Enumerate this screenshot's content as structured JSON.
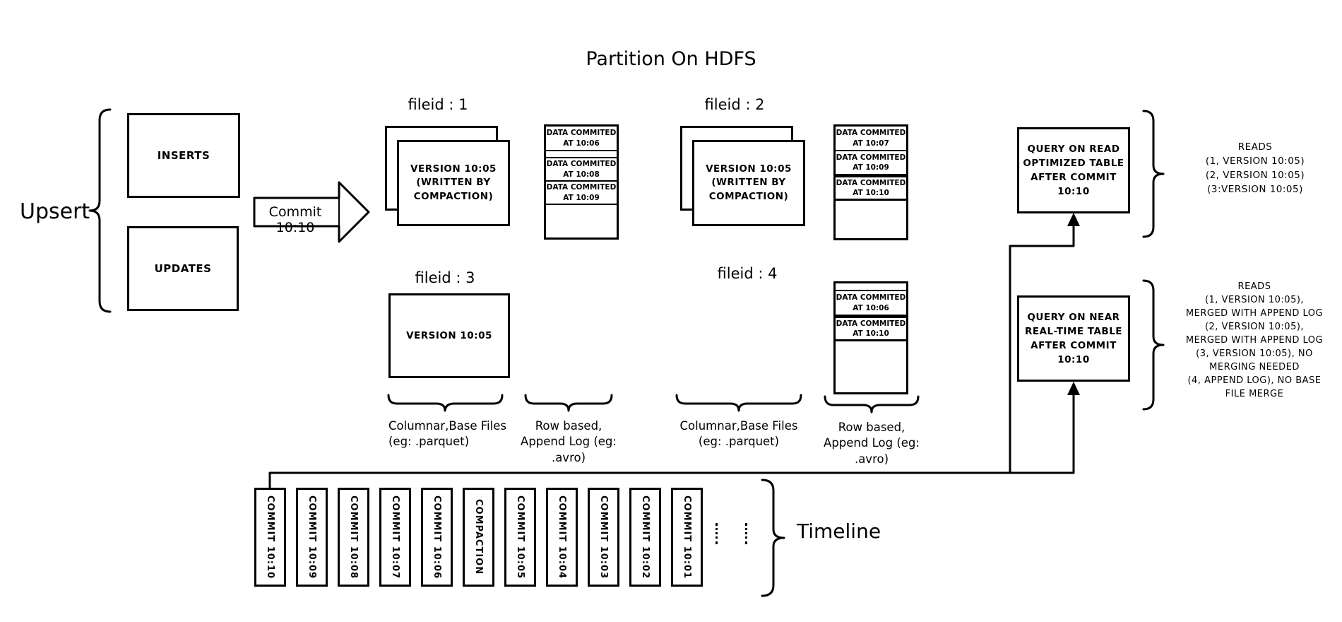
{
  "title": "Partition On HDFS",
  "upsert": {
    "label": "Upsert",
    "inserts": "INSERTS",
    "updates": "UPDATES"
  },
  "commit_arrow_label": "Commit 10:10",
  "groups": {
    "g1": {
      "label": "fileid : 1",
      "base": "VERSION 10:05\n(WRITTEN BY\nCOMPACTION)",
      "log": [
        "DATA COMMITED\nAT 10:06",
        "DATA COMMITED\nAT 10:08",
        "DATA COMMITED\nAT 10:09"
      ]
    },
    "g2": {
      "label": "fileid : 2",
      "base": "VERSION 10:05\n(WRITTEN BY\nCOMPACTION)",
      "log": [
        "DATA COMMITED\nAT 10:07",
        "DATA COMMITED\nAT 10:09",
        "DATA COMMITED\nAT 10:10"
      ]
    },
    "g3": {
      "label": "fileid : 3",
      "base": "VERSION 10:05"
    },
    "g4": {
      "label": "fileid : 4",
      "log": [
        "DATA COMMITED\nAT 10:06",
        "DATA COMMITED\nAT 10:10"
      ]
    }
  },
  "captions": {
    "columnar_1": "Columnar,Base Files\n(eg: .parquet)",
    "row_based_1": "Row based,\nAppend Log  (eg:\n.avro)",
    "columnar_2": "Columnar,Base Files\n(eg: .parquet)",
    "row_based_2": "Row based,\nAppend Log  (eg:\n.avro)"
  },
  "queries": {
    "read_optimized": {
      "box": "QUERY ON READ\nOPTIMIZED TABLE\nAFTER COMMIT\n10:10",
      "reads": "READS\n(1, VERSION 10:05)\n(2, VERSION 10:05)\n(3:VERSION 10:05)"
    },
    "near_real_time": {
      "box": "QUERY ON NEAR\nREAL-TIME TABLE\nAFTER COMMIT\n10:10",
      "reads": "READS\n(1, VERSION 10:05),\nMERGED WITH APPEND LOG\n(2, VERSION 10:05),\nMERGED WITH APPEND LOG\n(3, VERSION 10:05), NO\nMERGING NEEDED\n(4, APPEND LOG), NO BASE\nFILE MERGE"
    }
  },
  "timeline": {
    "label": "Timeline",
    "items": [
      "COMMIT  10:10",
      "COMMIT  10:09",
      "COMMIT  10:08",
      "COMMIT  10:07",
      "COMMIT  10:06",
      "COMPACTION",
      "COMMIT  10:05",
      "COMMIT  10:04",
      "COMMIT  10:03",
      "COMMIT  10:02",
      "COMMIT  10:01"
    ]
  }
}
